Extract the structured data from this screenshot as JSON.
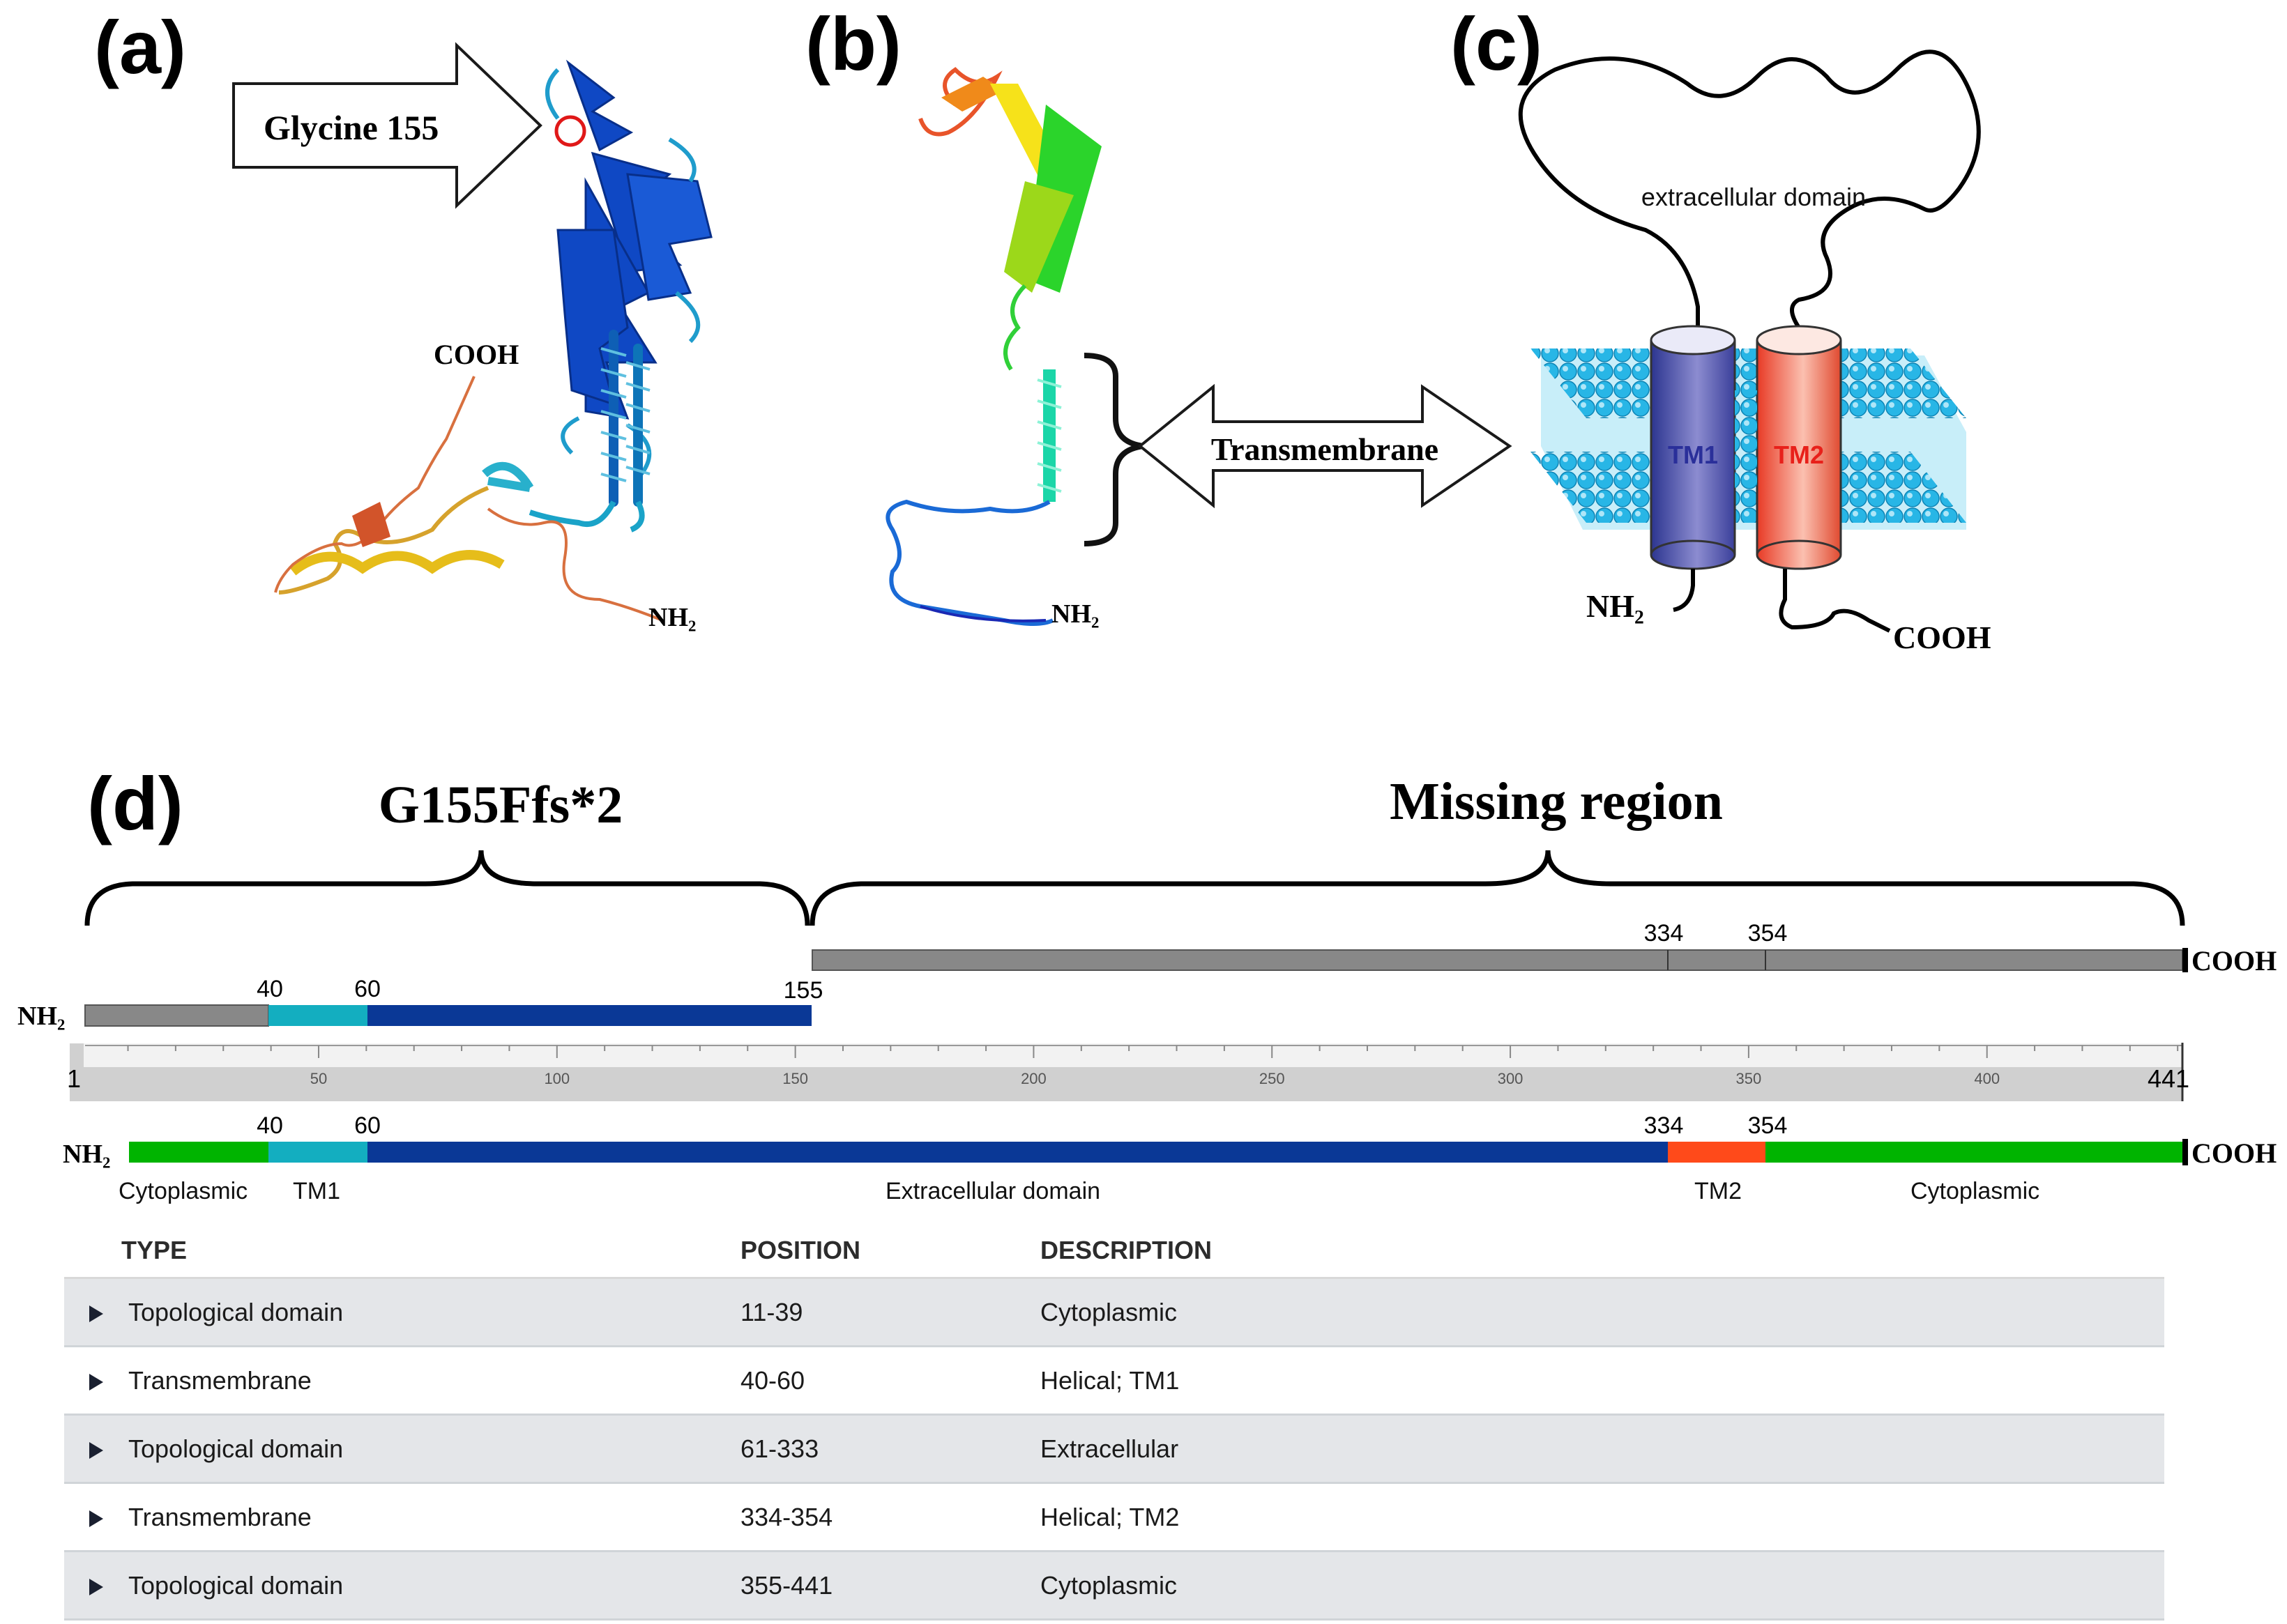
{
  "panels": {
    "a": "(a)",
    "b": "(b)",
    "c": "(c)",
    "d": "(d)"
  },
  "panel_a": {
    "callout": "Glycine 155",
    "cooh": "COOH",
    "nh2": "NH₂"
  },
  "panel_b": {
    "nh2": "NH₂",
    "callout": "Transmembrane"
  },
  "panel_c": {
    "extracellular": "extracellular domain",
    "tm1": "TM1",
    "tm2": "TM2",
    "nh2": "NH₂",
    "cooh": "COOH"
  },
  "panel_d": {
    "mutant_label": "G155Ffs*2",
    "missing_label": "Missing region",
    "nh2": "NH₂",
    "cooh": "COOH",
    "truncated_marks": [
      "40",
      "60",
      "155"
    ],
    "missing_marks": [
      "334",
      "354"
    ],
    "full_marks": [
      "40",
      "60",
      "334",
      "354"
    ],
    "axis_start": "1",
    "axis_end": "441",
    "axis_ticks": [
      "50",
      "100",
      "150",
      "200",
      "250",
      "300",
      "350",
      "400"
    ],
    "domain_labels": [
      "Cytoplasmic",
      "TM1",
      "Extracellular domain",
      "TM2",
      "Cytoplasmic"
    ],
    "colors": {
      "cytoplasmic": "#00b400",
      "tm1": "#13aec0",
      "extracellular": "#0a3896",
      "tm2": "#ff4a1a",
      "missing": "#888888",
      "nterm_truncated": "#888888"
    }
  },
  "table": {
    "headers": {
      "type": "TYPE",
      "position": "POSITION",
      "description": "DESCRIPTION"
    },
    "rows": [
      {
        "type": "Topological domain",
        "position": "11-39",
        "description": "Cytoplasmic"
      },
      {
        "type": "Transmembrane",
        "position": "40-60",
        "description": "Helical; TM1"
      },
      {
        "type": "Topological domain",
        "position": "61-333",
        "description": "Extracellular"
      },
      {
        "type": "Transmembrane",
        "position": "334-354",
        "description": "Helical; TM2"
      },
      {
        "type": "Topological domain",
        "position": "355-441",
        "description": "Cytoplasmic"
      }
    ]
  }
}
